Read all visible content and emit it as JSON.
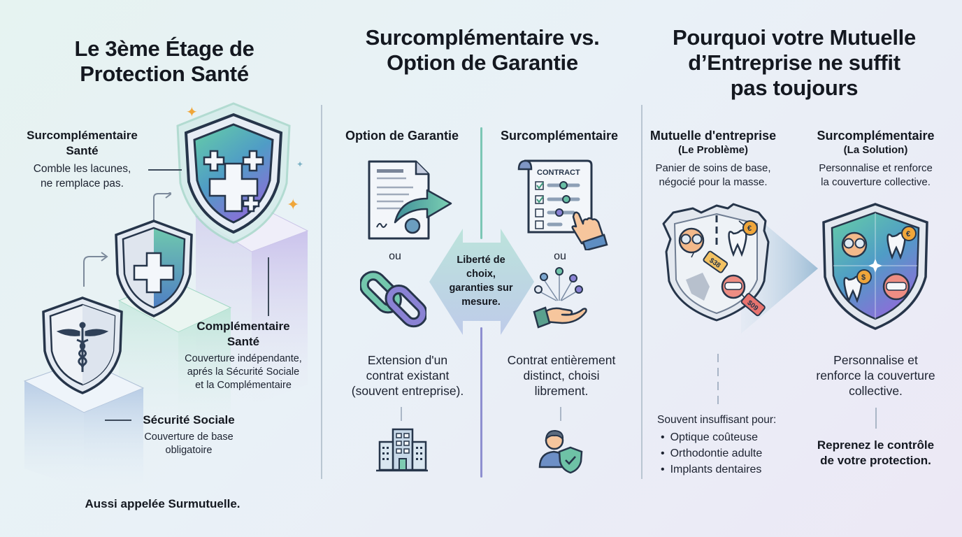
{
  "panel1": {
    "title": "Le 3ème Étage de Protection Santé",
    "title_line1": "Le 3ème Étage de",
    "title_line2": "Protection Santé",
    "tiers": [
      {
        "name_line1": "Surcomplémentaire",
        "name_line2": "Santé",
        "desc_line1": "Comble les lacunes,",
        "desc_line2": "ne remplace pas.",
        "icon": "shield-multi-cross-icon"
      },
      {
        "name_line1": "Complémentaire",
        "name_line2": "Santé",
        "desc_line1": "Couverture indépendante,",
        "desc_line2": "aprés la Sécurité Sociale",
        "desc_line3": "et la Complémentaire",
        "icon": "shield-cross-icon"
      },
      {
        "name": "Sécurité Sociale",
        "desc_line1": "Couverture de base",
        "desc_line2": "obligatoire",
        "icon": "shield-caduceus-icon"
      }
    ],
    "footer": "Aussi appelée Surmutuelle."
  },
  "panel2": {
    "title_line1": "Surcomplémentaire vs.",
    "title_line2": "Option de Garantie",
    "left": {
      "heading": "Option de Garantie",
      "or_label": "ou",
      "desc_line1": "Extension d'un",
      "desc_line2": "contrat existant",
      "desc_line3": "(souvent entreprise).",
      "icons": [
        "document-extension-icon",
        "chain-link-icon",
        "office-building-icon"
      ]
    },
    "right": {
      "heading": "Surcomplémentaire",
      "contract_label": "CONTRACT",
      "or_label": "ou",
      "desc_line1": "Contrat entièrement",
      "desc_line2": "distinct, choisi",
      "desc_line3": "librement.",
      "icons": [
        "contract-checklist-icon",
        "hand-options-icon",
        "person-shield-icon"
      ]
    },
    "center_badge": {
      "line1": "Liberté de",
      "line2": "choix,",
      "line3": "garanties sur",
      "line4": "mesure."
    }
  },
  "panel3": {
    "title_line1": "Pourquoi votre Mutuelle",
    "title_line2": "d’Entreprise ne suffit",
    "title_line3": "pas toujours",
    "problem": {
      "heading": "Mutuelle d'entreprise",
      "subheading": "(Le Problème)",
      "desc_line1": "Panier de soins de base,",
      "desc_line2": "négocié pour la masse.",
      "tags": [
        "$38",
        "$09"
      ],
      "list_intro": "Souvent insuffisant pour:",
      "list": [
        "Optique coûteuse",
        "Orthodontie adulte",
        "Implants dentaires"
      ]
    },
    "solution": {
      "heading": "Surcomplémentaire",
      "subheading": "(La Solution)",
      "desc_line1": "Personnalise et renforce",
      "desc_line2": "la couverture collective.",
      "body_line1": "Personnalise et",
      "body_line2": "renforce la couverture",
      "body_line3": "collective.",
      "cta_line1": "Reprenez le contrôle",
      "cta_line2": "de votre protection."
    }
  },
  "colors": {
    "teal": "#5cc4a8",
    "blue": "#5a8cc8",
    "purple": "#8a7fd4",
    "navy": "#26354a",
    "orange": "#f0a63a",
    "tag_yellow": "#f3c262",
    "tag_red": "#e8736e"
  }
}
